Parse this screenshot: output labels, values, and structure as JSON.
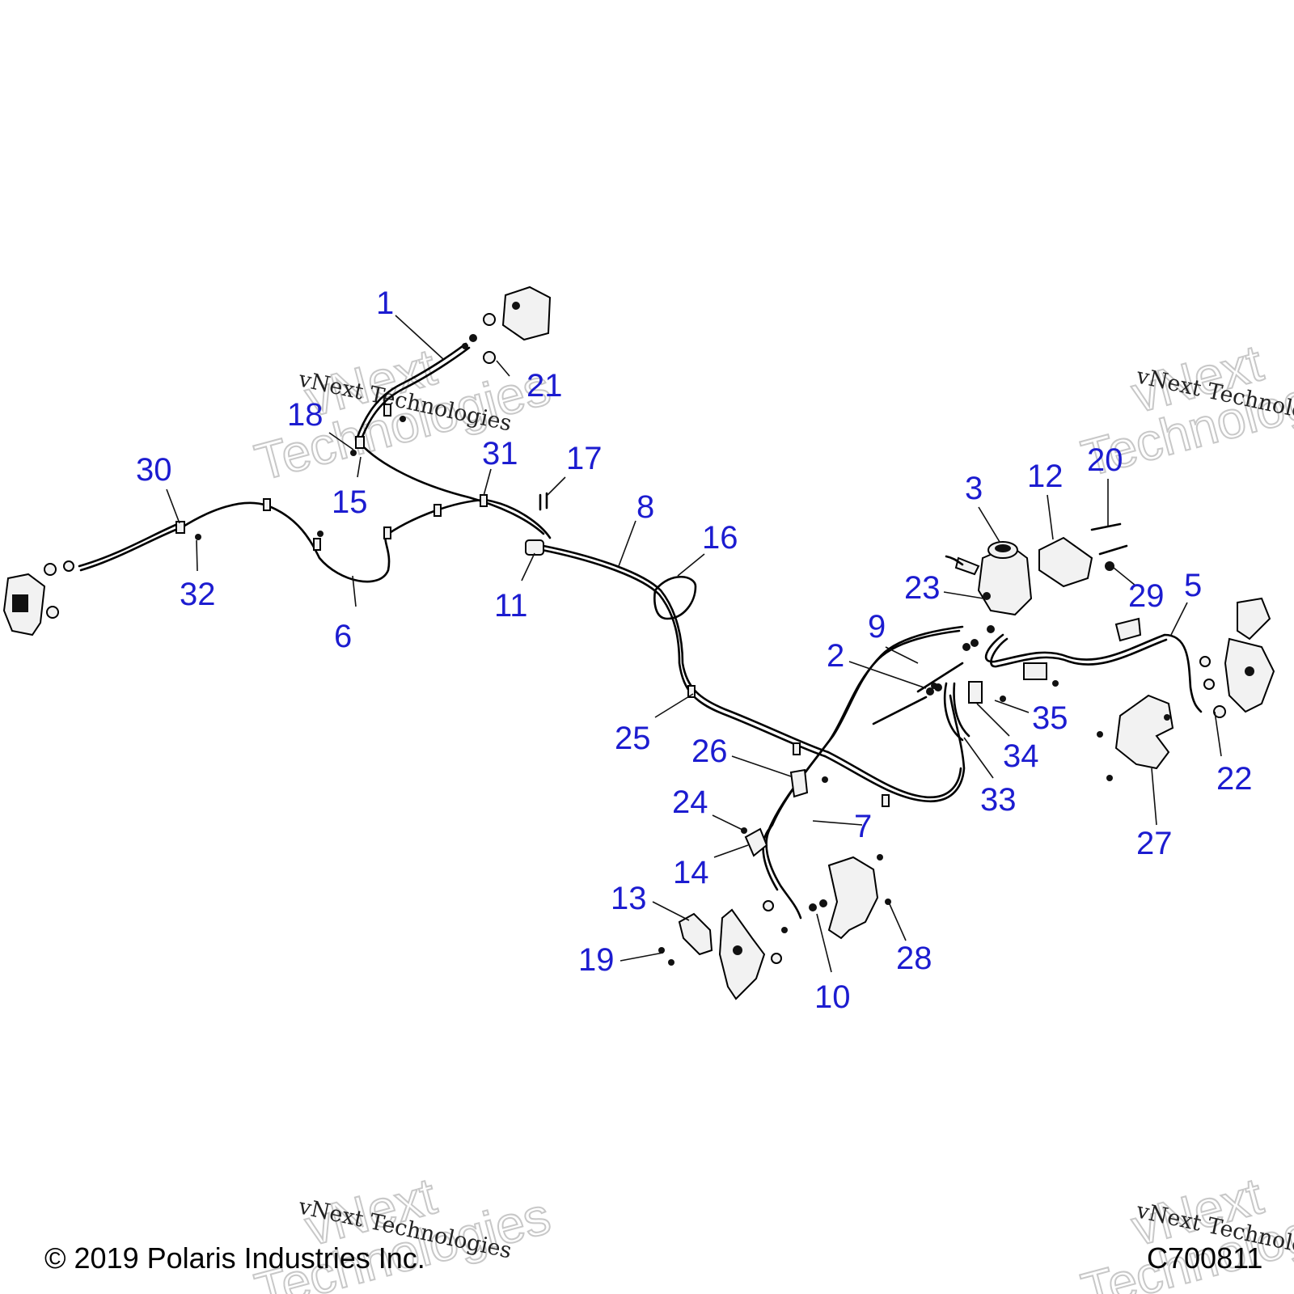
{
  "diagram": {
    "callouts": [
      "1",
      "2",
      "3",
      "5",
      "6",
      "7",
      "8",
      "9",
      "10",
      "11",
      "12",
      "13",
      "14",
      "15",
      "16",
      "17",
      "18",
      "19",
      "20",
      "21",
      "22",
      "23",
      "24",
      "25",
      "26",
      "27",
      "28",
      "29",
      "30",
      "31",
      "32",
      "33",
      "34",
      "35"
    ],
    "watermark": {
      "small": "vNext Technologies",
      "big_line1": "vNext",
      "big_line2": "Technologies"
    },
    "footer": {
      "copyright": "© 2019 Polaris Industries Inc.",
      "code": "C700811"
    }
  }
}
